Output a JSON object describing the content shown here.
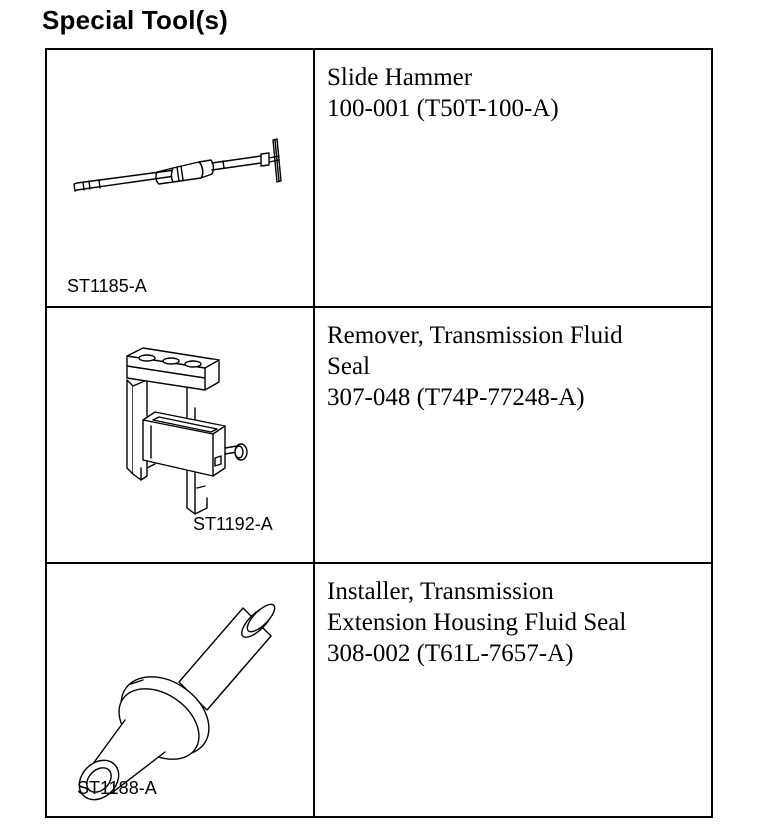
{
  "heading": "Special Tool(s)",
  "tools": [
    {
      "figure_id": "ST1185-A",
      "icon": "slide-hammer-icon",
      "lines": [
        "Slide Hammer",
        "100-001 (T50T-100-A)"
      ]
    },
    {
      "figure_id": "ST1192-A",
      "icon": "seal-remover-icon",
      "lines": [
        "Remover, Transmission Fluid",
        "Seal",
        "307-048 (T74P-77248-A)"
      ]
    },
    {
      "figure_id": "ST1188-A",
      "icon": "seal-installer-icon",
      "lines": [
        "Installer, Transmission",
        "Extension Housing Fluid Seal",
        "308-002 (T61L-7657-A)"
      ]
    }
  ]
}
